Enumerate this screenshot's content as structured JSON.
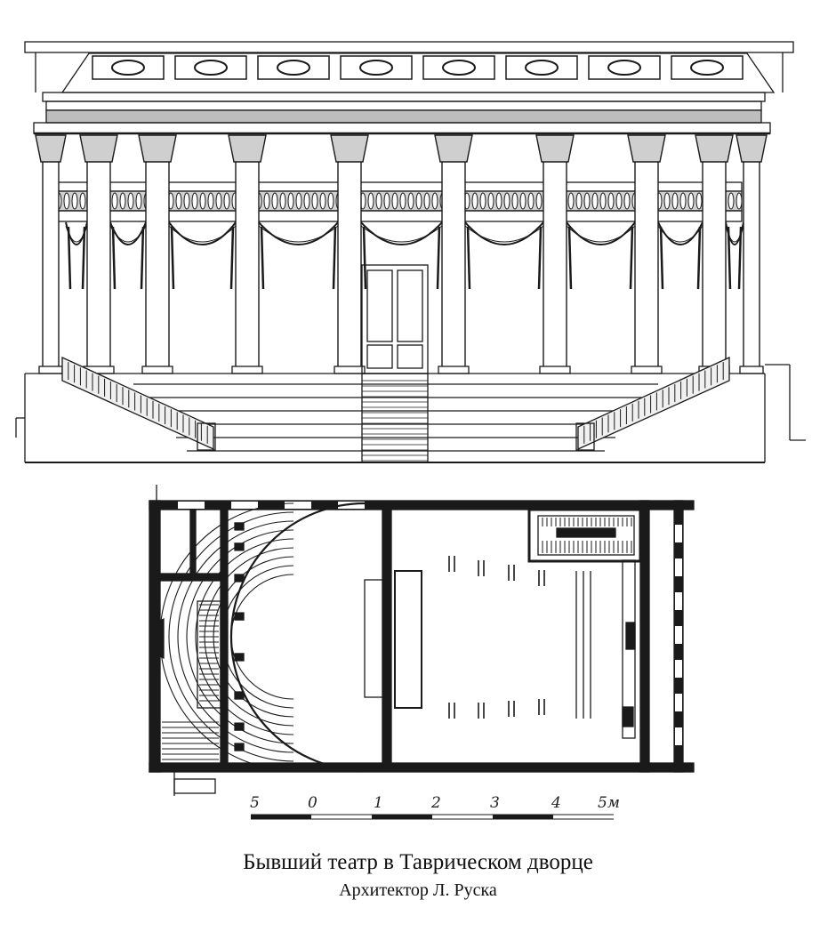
{
  "caption": {
    "title": "Бывший театр в Таврическом дворце",
    "subtitle": "Архитектор Л. Руска"
  },
  "scale_bar": {
    "labels": [
      "5",
      "0",
      "1",
      "2",
      "3",
      "4",
      "5м"
    ]
  },
  "colors": {
    "ink": "#1a1a1a",
    "paper": "#ffffff"
  }
}
